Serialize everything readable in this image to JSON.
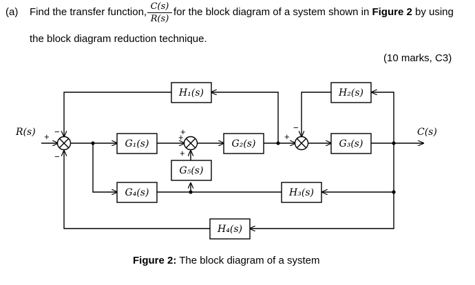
{
  "question": {
    "part": "(a)",
    "text_before": "Find the transfer function,",
    "fraction_numerator": "C(s)",
    "fraction_denominator": "R(s)",
    "text_after": "for the block diagram of a system shown in",
    "figure_ref": "Figure 2",
    "text_end": "by using",
    "line2": "the block diagram reduction technique.",
    "marks": "(10 marks, C3)"
  },
  "diagram": {
    "input_label": "R(s)",
    "output_label": "C(s)",
    "blocks": {
      "g1": "G₁(s)",
      "g2": "G₂(s)",
      "g3": "G₃(s)",
      "g4": "G₄(s)",
      "g5": "G₅(s)",
      "h1": "H₁(s)",
      "h2": "H₂(s)",
      "h3": "H₃(s)",
      "h4": "H₄(s)"
    },
    "signs": {
      "s1_input": "+",
      "s1_top": "−",
      "s1_bottom": "−",
      "s2_top": "+",
      "s2_left": "+",
      "s2_bottom": "+",
      "s3_left": "+",
      "s3_top": "−"
    }
  },
  "caption": {
    "label": "Figure 2:",
    "text": "The block diagram of a system"
  }
}
